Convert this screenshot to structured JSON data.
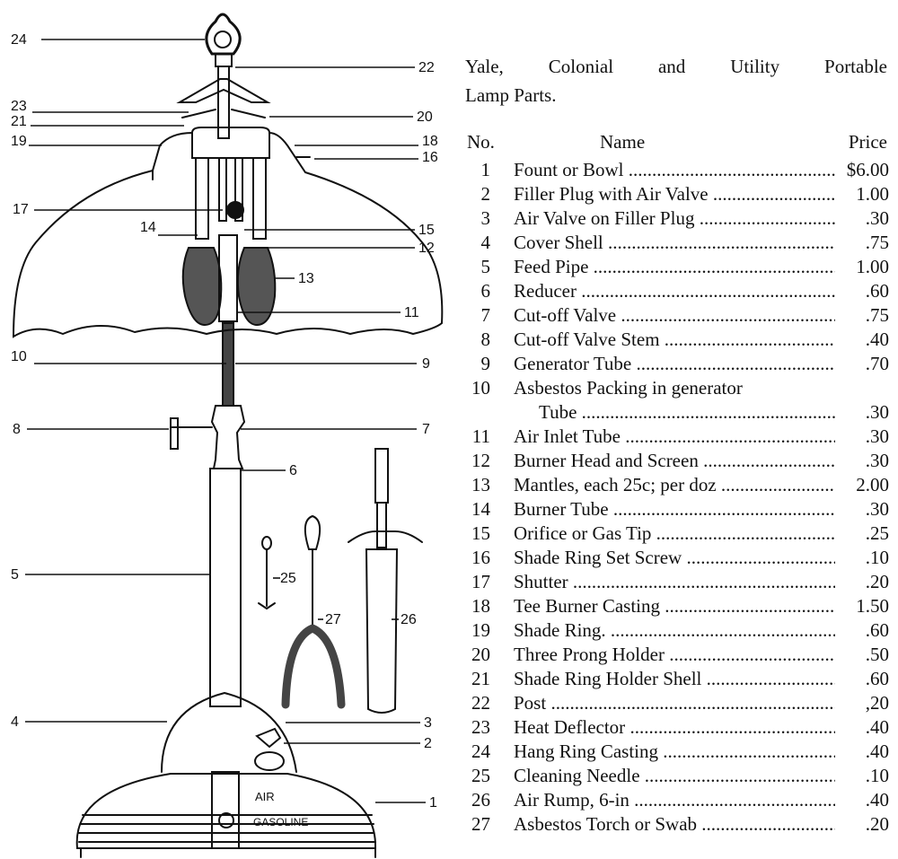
{
  "title": {
    "line1": "Yale, Colonial and Utility Portable",
    "line2": "Lamp Parts."
  },
  "table": {
    "headers": {
      "no": "No.",
      "name": "Name",
      "price": "Price"
    },
    "rows": [
      {
        "no": "1",
        "name": "Fount or Bowl",
        "price": "$6.00"
      },
      {
        "no": "2",
        "name": "Filler Plug with Air Valve",
        "price": "1.00"
      },
      {
        "no": "3",
        "name": "Air Valve on Filler Plug",
        "price": ".30"
      },
      {
        "no": "4",
        "name": "Cover Shell",
        "price": ".75"
      },
      {
        "no": "5",
        "name": "Feed Pipe",
        "price": "1.00"
      },
      {
        "no": "6",
        "name": "Reducer",
        "price": ".60"
      },
      {
        "no": "7",
        "name": "Cut-off Valve",
        "price": ".75"
      },
      {
        "no": "8",
        "name": "Cut-off Valve Stem",
        "price": ".40"
      },
      {
        "no": "9",
        "name": "Generator Tube",
        "price": ".70"
      },
      {
        "no": "10",
        "name": "Asbestos Packing in generator",
        "cont": "Tube",
        "price": ".30"
      },
      {
        "no": "11",
        "name": "Air Inlet Tube",
        "price": ".30"
      },
      {
        "no": "12",
        "name": "Burner Head and Screen",
        "price": ".30"
      },
      {
        "no": "13",
        "name": "Mantles, each 25c; per doz",
        "price": "2.00"
      },
      {
        "no": "14",
        "name": "Burner Tube",
        "price": ".30"
      },
      {
        "no": "15",
        "name": "Orifice or Gas Tip",
        "price": ".25"
      },
      {
        "no": "16",
        "name": "Shade Ring Set Screw",
        "price": ".10"
      },
      {
        "no": "17",
        "name": "Shutter",
        "price": ".20"
      },
      {
        "no": "18",
        "name": "Tee Burner Casting",
        "price": "1.50"
      },
      {
        "no": "19",
        "name": "Shade Ring.",
        "price": ".60"
      },
      {
        "no": "20",
        "name": "Three Prong Holder",
        "price": ".50"
      },
      {
        "no": "21",
        "name": "Shade Ring Holder Shell",
        "price": ".60"
      },
      {
        "no": "22",
        "name": "Post",
        "price": ",20"
      },
      {
        "no": "23",
        "name": "Heat Deflector",
        "price": ".40"
      },
      {
        "no": "24",
        "name": "Hang Ring Casting",
        "price": ".40"
      },
      {
        "no": "25",
        "name": "Cleaning Needle",
        "price": ".10"
      },
      {
        "no": "26",
        "name": "Air Rump, 6-in",
        "price": ".40"
      },
      {
        "no": "27",
        "name": "Asbestos Torch or Swab",
        "price": ".20"
      }
    ]
  },
  "diagram": {
    "callouts": [
      "24",
      "22",
      "23",
      "21",
      "20",
      "19",
      "18",
      "16",
      "17",
      "15",
      "14",
      "12",
      "13",
      "11",
      "10",
      "9",
      "8",
      "7",
      "6",
      "5",
      "25",
      "27",
      "26",
      "4",
      "3",
      "2",
      "1"
    ],
    "labels": {
      "air": "AIR",
      "gasoline": "GASOLINE"
    }
  }
}
